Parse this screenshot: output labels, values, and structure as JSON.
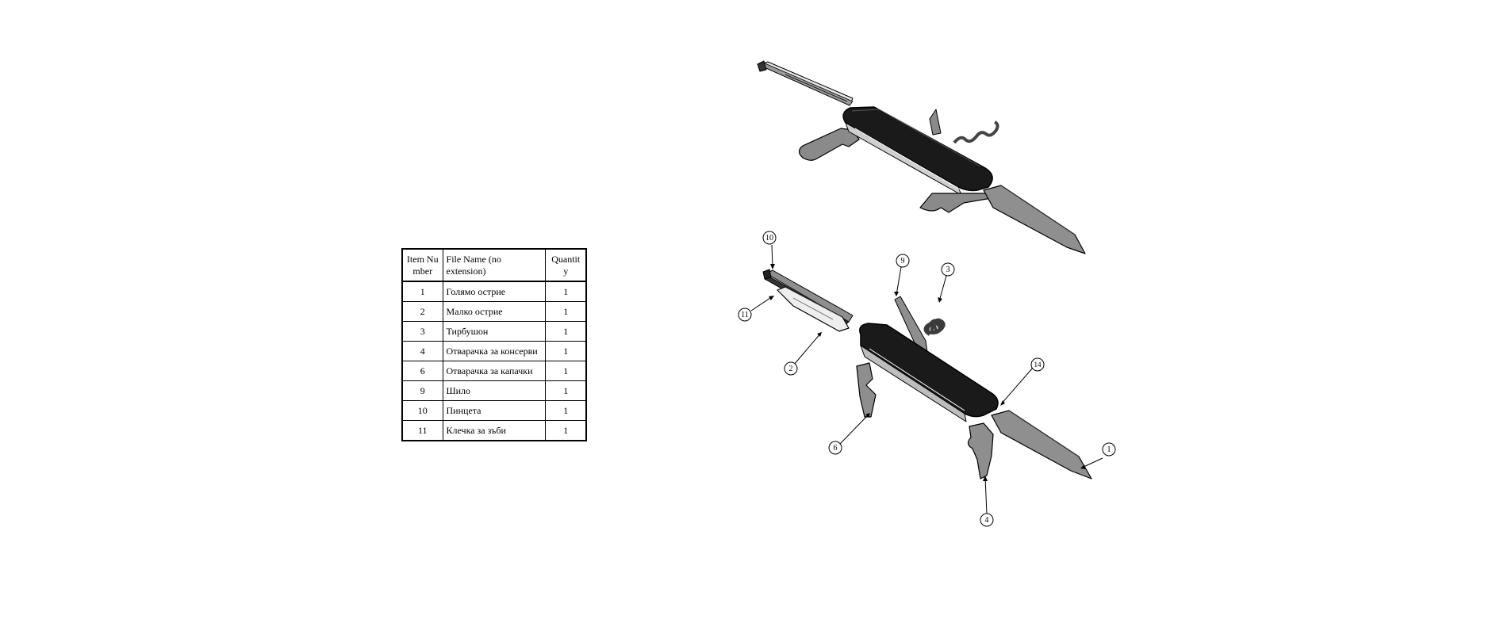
{
  "bom": {
    "headers": {
      "item": "Item Number",
      "file": "File Name (no extension)",
      "qty": "Quantity"
    },
    "rows": [
      {
        "item": "1",
        "file": "Голямо острие",
        "qty": "1"
      },
      {
        "item": "2",
        "file": "Малко острие",
        "qty": "1"
      },
      {
        "item": "3",
        "file": "Тирбушон",
        "qty": "1"
      },
      {
        "item": "4",
        "file": "Отварачка за консерви",
        "qty": "1"
      },
      {
        "item": "6",
        "file": "Отварачка за капачки",
        "qty": "1"
      },
      {
        "item": "9",
        "file": "Шило",
        "qty": "1"
      },
      {
        "item": "10",
        "file": "Пинцета",
        "qty": "1"
      },
      {
        "item": "11",
        "file": "Клечка за зъби",
        "qty": "1"
      }
    ]
  },
  "balloons": {
    "b10": "10",
    "b11": "11",
    "b9": "9",
    "b3": "3",
    "b2": "2",
    "b14": "14",
    "b6": "6",
    "b1": "1",
    "b4": "4"
  },
  "colors": {
    "handle": "#1a1a1a",
    "blade": "#8c8c8c",
    "line": "#000000"
  }
}
